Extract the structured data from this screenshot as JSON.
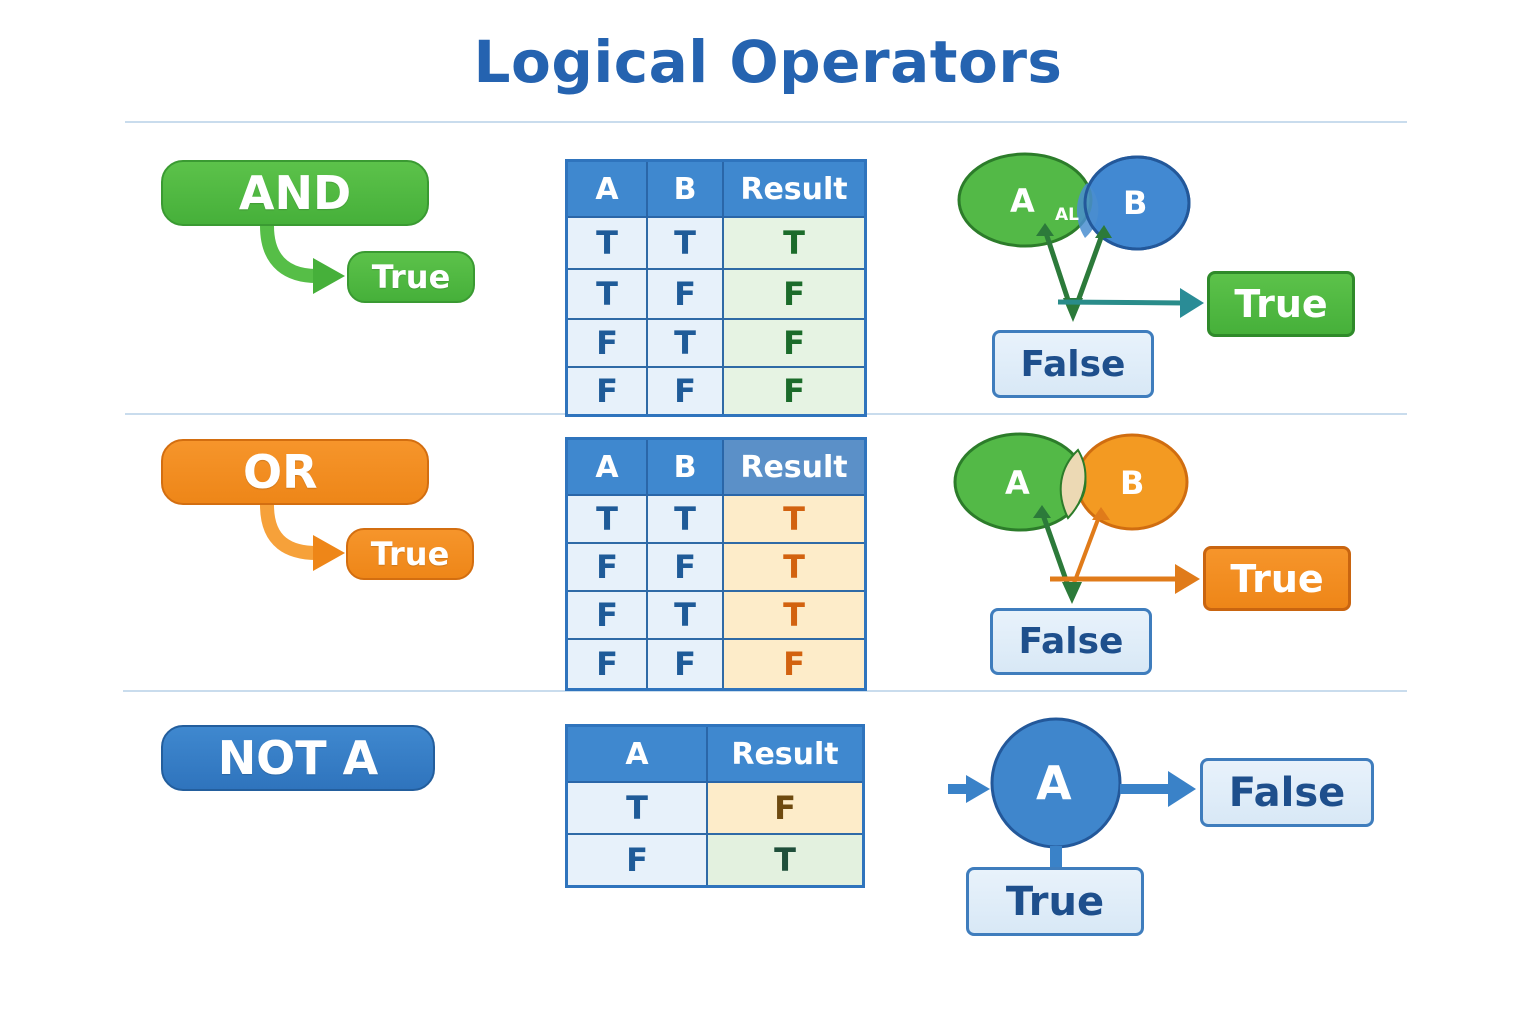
{
  "title": "Logical Operators",
  "colors": {
    "title": "#2563b0",
    "and_green": "#4fb842",
    "or_orange": "#f28c1f",
    "not_blue": "#3479c4",
    "divider": "#c9dced"
  },
  "sections": [
    {
      "operator": "AND",
      "example_output": "True",
      "table": {
        "headers": [
          "A",
          "B",
          "Result"
        ],
        "rows": [
          [
            "T",
            "T",
            "T"
          ],
          [
            "T",
            "F",
            "F"
          ],
          [
            "F",
            "T",
            "F"
          ],
          [
            "F",
            "F",
            "F"
          ]
        ]
      },
      "diagram": {
        "circle_a": "A",
        "circle_b": "B",
        "overlap_label": "AL",
        "true_label": "True",
        "false_label": "False"
      }
    },
    {
      "operator": "OR",
      "example_output": "True",
      "table": {
        "headers": [
          "A",
          "B",
          "Result"
        ],
        "rows": [
          [
            "T",
            "T",
            "T"
          ],
          [
            "F",
            "F",
            "T"
          ],
          [
            "F",
            "T",
            "T"
          ],
          [
            "F",
            "F",
            "F"
          ]
        ]
      },
      "diagram": {
        "circle_a": "A",
        "circle_b": "B",
        "true_label": "True",
        "false_label": "False"
      }
    },
    {
      "operator": "NOT A",
      "table": {
        "headers": [
          "A",
          "Result"
        ],
        "rows": [
          [
            "T",
            "F"
          ],
          [
            "F",
            "T"
          ]
        ]
      },
      "diagram": {
        "circle_a": "A",
        "false_label": "False",
        "true_label": "True"
      }
    }
  ]
}
